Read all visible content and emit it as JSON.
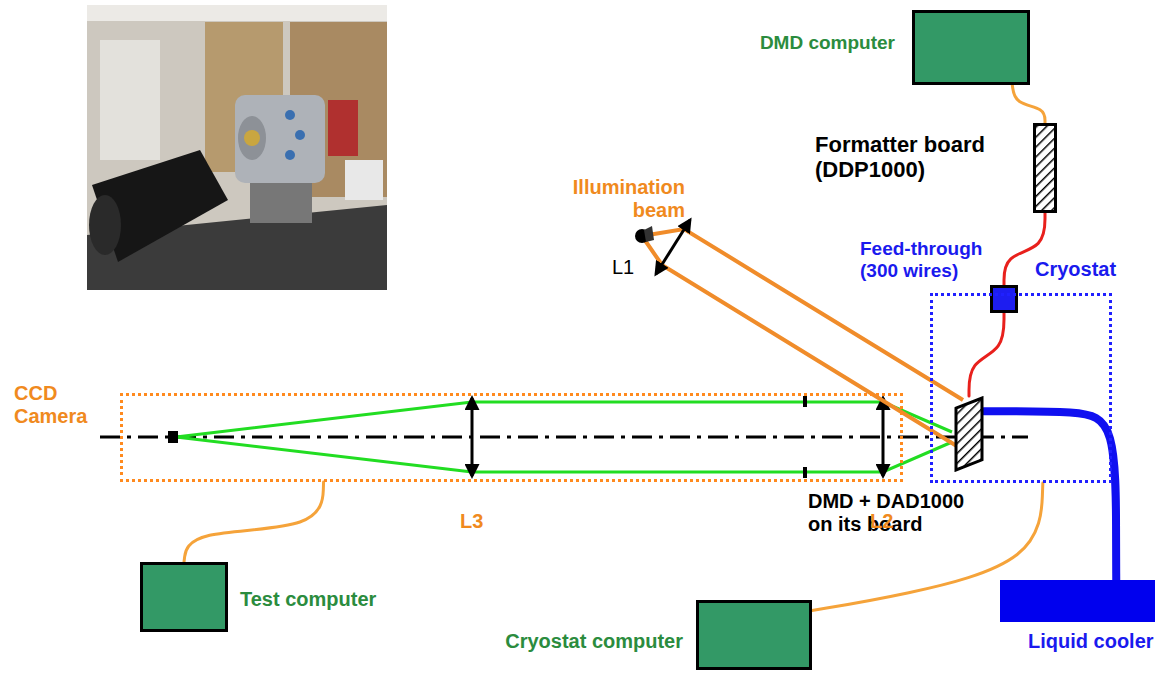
{
  "diagram": {
    "nodes": [
      {
        "text": [
          "DMD computer"
        ]
      },
      {
        "text": [
          "Formatter board (DDP1000)"
        ]
      },
      {
        "text": [
          "Feed-through (300 wires)"
        ]
      },
      {
        "text": [
          "Cryostat"
        ]
      },
      {
        "text": [
          "DMD + DAD1000 on its board"
        ],
        "in": 3
      },
      {
        "text": [
          "CCD Camera"
        ]
      },
      {
        "text": [
          "Test computer"
        ]
      },
      {
        "text": [
          "Cryostat computer"
        ]
      },
      {
        "text": [
          "Liquid cooler"
        ]
      }
    ],
    "edges": [
      {
        "from": 0,
        "to": 1,
        "arrow": "none"
      },
      {
        "from": 1,
        "to": 2,
        "arrow": "none"
      },
      {
        "from": 2,
        "to": 4,
        "arrow": "none"
      },
      {
        "from": 5,
        "to": 6,
        "arrow": "none"
      },
      {
        "from": 7,
        "to": 3,
        "arrow": "none"
      },
      {
        "from": 4,
        "to": 8,
        "arrow": "none"
      }
    ],
    "labels": [
      "Illumination beam",
      "L1",
      "L3",
      "L2"
    ]
  }
}
